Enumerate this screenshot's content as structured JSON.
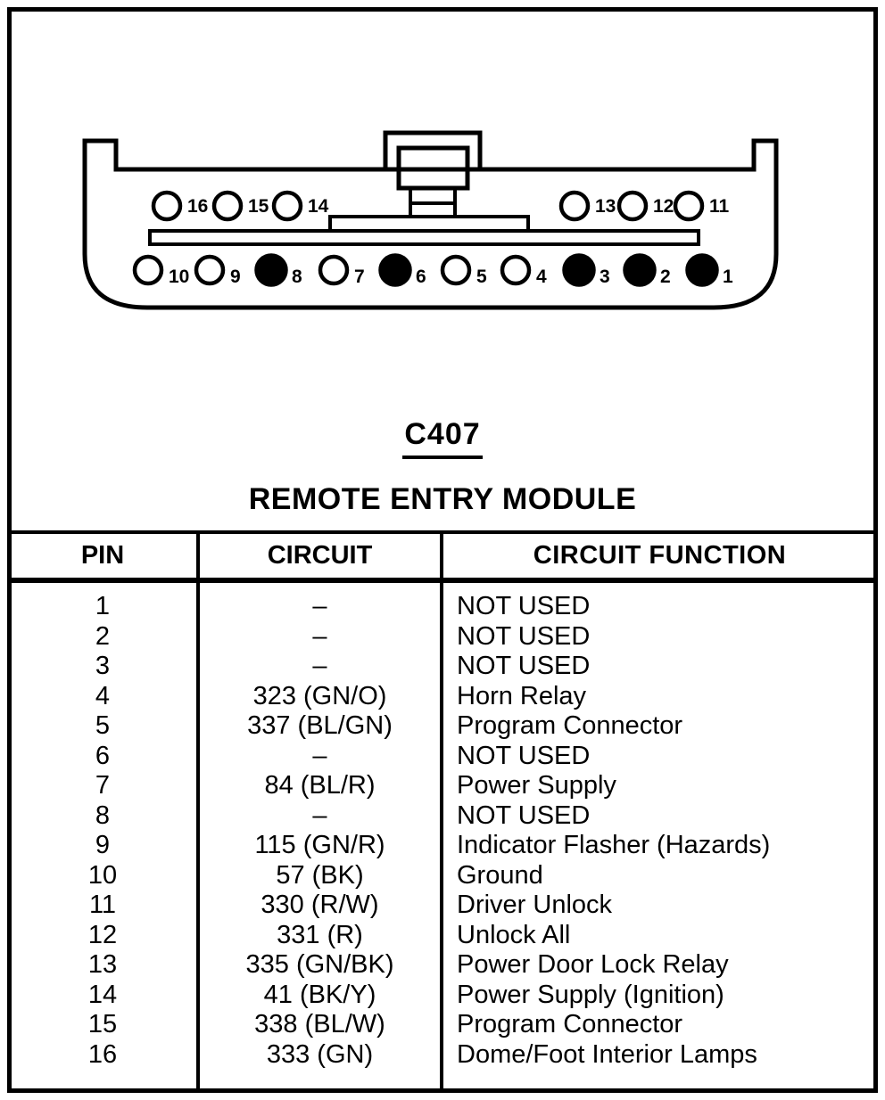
{
  "page": {
    "connector_label": "C407",
    "module_title": "REMOTE ENTRY MODULE"
  },
  "connector_diagram": {
    "type": "connector-pinout",
    "pins_top": [
      {
        "num": "16",
        "filled": false
      },
      {
        "num": "15",
        "filled": false
      },
      {
        "num": "14",
        "filled": false
      },
      {
        "num": "13",
        "filled": false
      },
      {
        "num": "12",
        "filled": false
      },
      {
        "num": "11",
        "filled": false
      }
    ],
    "pins_bottom": [
      {
        "num": "10",
        "filled": false
      },
      {
        "num": "9",
        "filled": false
      },
      {
        "num": "8",
        "filled": true
      },
      {
        "num": "7",
        "filled": false
      },
      {
        "num": "6",
        "filled": true
      },
      {
        "num": "5",
        "filled": false
      },
      {
        "num": "4",
        "filled": false
      },
      {
        "num": "3",
        "filled": true
      },
      {
        "num": "2",
        "filled": true
      },
      {
        "num": "1",
        "filled": true
      }
    ]
  },
  "table": {
    "headers": [
      "PIN",
      "CIRCUIT",
      "CIRCUIT FUNCTION"
    ],
    "rows": [
      {
        "pin": "1",
        "circuit": "–",
        "function": "NOT USED"
      },
      {
        "pin": "2",
        "circuit": "–",
        "function": "NOT USED"
      },
      {
        "pin": "3",
        "circuit": "–",
        "function": "NOT USED"
      },
      {
        "pin": "4",
        "circuit": "323 (GN/O)",
        "function": "Horn Relay"
      },
      {
        "pin": "5",
        "circuit": "337 (BL/GN)",
        "function": "Program Connector"
      },
      {
        "pin": "6",
        "circuit": "–",
        "function": "NOT USED"
      },
      {
        "pin": "7",
        "circuit": "84 (BL/R)",
        "function": "Power Supply"
      },
      {
        "pin": "8",
        "circuit": "–",
        "function": "NOT USED"
      },
      {
        "pin": "9",
        "circuit": "115 (GN/R)",
        "function": "Indicator Flasher (Hazards)"
      },
      {
        "pin": "10",
        "circuit": "57 (BK)",
        "function": "Ground"
      },
      {
        "pin": "11",
        "circuit": "330 (R/W)",
        "function": "Driver Unlock"
      },
      {
        "pin": "12",
        "circuit": "331 (R)",
        "function": "Unlock All"
      },
      {
        "pin": "13",
        "circuit": "335 (GN/BK)",
        "function": "Power Door Lock Relay"
      },
      {
        "pin": "14",
        "circuit": "41 (BK/Y)",
        "function": "Power Supply (Ignition)"
      },
      {
        "pin": "15",
        "circuit": "338 (BL/W)",
        "function": "Program Connector"
      },
      {
        "pin": "16",
        "circuit": "333 (GN)",
        "function": "Dome/Foot Interior Lamps"
      }
    ]
  },
  "colors": {
    "ink": "#000000",
    "paper": "#ffffff"
  }
}
